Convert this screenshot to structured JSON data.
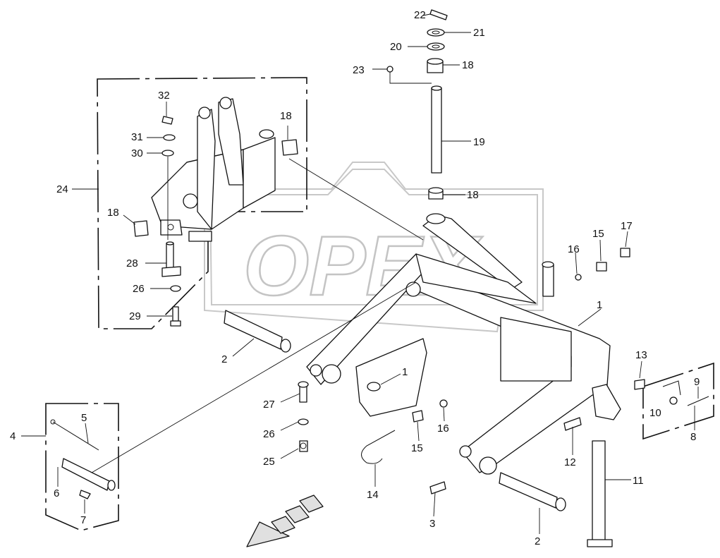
{
  "watermark": {
    "text": "OPEX"
  },
  "labels": [
    "1",
    "1",
    "2",
    "2",
    "3",
    "4",
    "5",
    "6",
    "7",
    "8",
    "9",
    "10",
    "11",
    "12",
    "13",
    "14",
    "15",
    "15",
    "16",
    "16",
    "17",
    "18",
    "18",
    "18",
    "18",
    "19",
    "20",
    "21",
    "22",
    "23",
    "24",
    "25",
    "26",
    "26",
    "27",
    "28",
    "29",
    "30",
    "31",
    "32"
  ]
}
